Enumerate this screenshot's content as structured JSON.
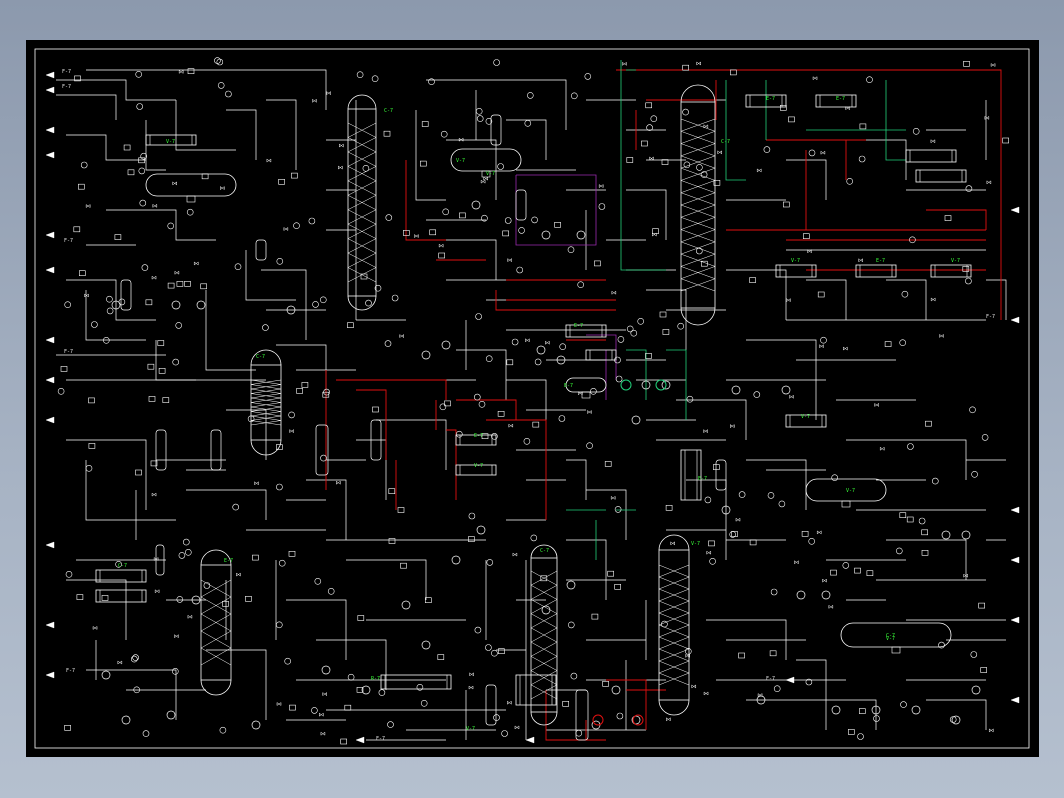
{
  "drawing": {
    "background": "#000000",
    "line_color": "#ffffff",
    "accent_colors": {
      "hot": "#e01010",
      "cold": "#22d07a",
      "alt": "#9b2bb0",
      "tag": "#39ff39"
    }
  },
  "equipment_tags": [
    {
      "id": "c1",
      "text": "C-7"
    },
    {
      "id": "v1",
      "text": "V-7"
    },
    {
      "id": "v2",
      "text": "V-7"
    },
    {
      "id": "c2",
      "text": "C-7"
    },
    {
      "id": "e1",
      "text": "E-7"
    },
    {
      "id": "e2",
      "text": "E-7"
    },
    {
      "id": "v3",
      "text": "V-7"
    },
    {
      "id": "e3",
      "text": "E-7"
    },
    {
      "id": "v4",
      "text": "V-7"
    },
    {
      "id": "v5",
      "text": "V-7"
    },
    {
      "id": "c3",
      "text": "C-7"
    },
    {
      "id": "e4",
      "text": "E-7"
    },
    {
      "id": "e5",
      "text": "E-7"
    },
    {
      "id": "e6",
      "text": "E-7"
    },
    {
      "id": "v6",
      "text": "V-7"
    },
    {
      "id": "c4",
      "text": "C-7"
    },
    {
      "id": "e7",
      "text": "E-7"
    },
    {
      "id": "v7",
      "text": "V-7"
    },
    {
      "id": "v8",
      "text": "V-7"
    },
    {
      "id": "v9",
      "text": "V-7"
    },
    {
      "id": "e8",
      "text": "E-7"
    },
    {
      "id": "v10",
      "text": "V-7"
    },
    {
      "id": "c5",
      "text": "C-7"
    },
    {
      "id": "c6",
      "text": "C-7"
    },
    {
      "id": "r1",
      "text": "R-7"
    },
    {
      "id": "v11",
      "text": "V-7"
    }
  ],
  "stream_labels": [
    {
      "id": "s1",
      "text": "F-7"
    },
    {
      "id": "s2",
      "text": "F-7"
    },
    {
      "id": "s3",
      "text": "F-7"
    },
    {
      "id": "s4",
      "text": "F-7"
    },
    {
      "id": "s5",
      "text": "F-7"
    },
    {
      "id": "s6",
      "text": "F-7"
    },
    {
      "id": "s7",
      "text": "F-7"
    },
    {
      "id": "s8",
      "text": "F-7"
    }
  ]
}
